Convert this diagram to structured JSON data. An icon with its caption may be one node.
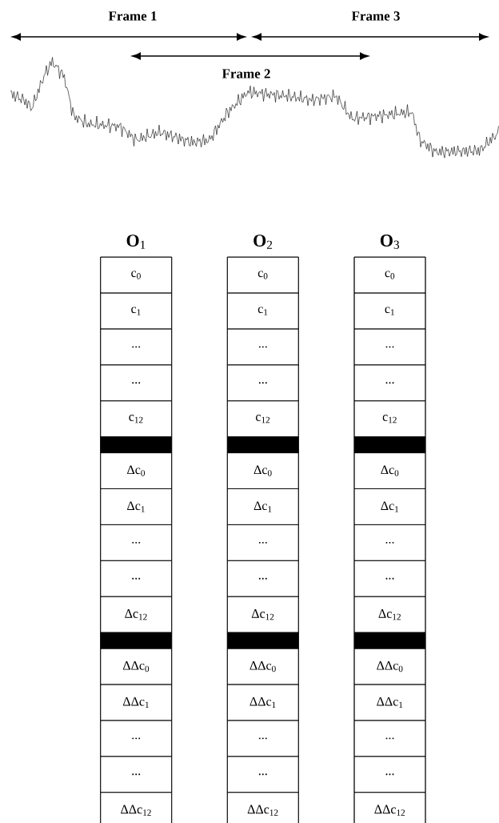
{
  "diagram": {
    "nodes": [
      {
        "text": [
          "**O**$_{1}$"
        ]
      },
      {
        "text": [
          "c$_{0}$"
        ],
        "in": 0
      },
      {
        "text": [
          "c$_{1}$"
        ],
        "in": 0
      },
      {
        "text": [
          "..."
        ],
        "in": 0
      },
      {
        "text": [
          "..."
        ],
        "in": 0
      },
      {
        "text": [
          "c$_{12}$"
        ],
        "in": 0
      },
      {
        "text": [],
        "shape": "bar",
        "in": 0
      },
      {
        "text": [
          "Δc$_{0}$"
        ],
        "in": 0
      },
      {
        "text": [
          "Δc$_{1}$"
        ],
        "in": 0
      },
      {
        "text": [
          "..."
        ],
        "in": 0
      },
      {
        "text": [
          "..."
        ],
        "in": 0
      },
      {
        "text": [
          "Δc$_{12}$"
        ],
        "in": 0
      },
      {
        "text": [],
        "shape": "bar",
        "in": 0
      },
      {
        "text": [
          "ΔΔc$_{0}$"
        ],
        "in": 0
      },
      {
        "text": [
          "ΔΔc$_{1}$"
        ],
        "in": 0
      },
      {
        "text": [
          "..."
        ],
        "in": 0
      },
      {
        "text": [
          "..."
        ],
        "in": 0
      },
      {
        "text": [
          "ΔΔc$_{12}$"
        ],
        "in": 0
      },
      {
        "text": [
          "**O**$_{2}$"
        ]
      },
      {
        "text": [
          "c$_{0}$"
        ],
        "in": 18
      },
      {
        "text": [
          "c$_{1}$"
        ],
        "in": 18
      },
      {
        "text": [
          "..."
        ],
        "in": 18
      },
      {
        "text": [
          "..."
        ],
        "in": 18
      },
      {
        "text": [
          "c$_{12}$"
        ],
        "in": 18
      },
      {
        "text": [],
        "shape": "bar",
        "in": 18
      },
      {
        "text": [
          "Δc$_{0}$"
        ],
        "in": 18
      },
      {
        "text": [
          "Δc$_{1}$"
        ],
        "in": 18
      },
      {
        "text": [
          "..."
        ],
        "in": 18
      },
      {
        "text": [
          "..."
        ],
        "in": 18
      },
      {
        "text": [
          "Δc$_{12}$"
        ],
        "in": 18
      },
      {
        "text": [],
        "shape": "bar",
        "in": 18
      },
      {
        "text": [
          "ΔΔc$_{0}$"
        ],
        "in": 18
      },
      {
        "text": [
          "ΔΔc$_{1}$"
        ],
        "in": 18
      },
      {
        "text": [
          "..."
        ],
        "in": 18
      },
      {
        "text": [
          "..."
        ],
        "in": 18
      },
      {
        "text": [
          "ΔΔc$_{12}$"
        ],
        "in": 18
      },
      {
        "text": [
          "**O**$_{3}$"
        ]
      },
      {
        "text": [
          "c$_{0}$"
        ],
        "in": 36
      },
      {
        "text": [
          "c$_{1}$"
        ],
        "in": 36
      },
      {
        "text": [
          "..."
        ],
        "in": 36
      },
      {
        "text": [
          "..."
        ],
        "in": 36
      },
      {
        "text": [
          "c$_{12}$"
        ],
        "in": 36
      },
      {
        "text": [],
        "shape": "bar",
        "in": 36
      },
      {
        "text": [
          "Δc$_{0}$"
        ],
        "in": 36
      },
      {
        "text": [
          "Δc$_{1}$"
        ],
        "in": 36
      },
      {
        "text": [
          "..."
        ],
        "in": 36
      },
      {
        "text": [
          "..."
        ],
        "in": 36
      },
      {
        "text": [
          "Δc$_{12}$"
        ],
        "in": 36
      },
      {
        "text": [],
        "shape": "bar",
        "in": 36
      },
      {
        "text": [
          "ΔΔc$_{0}$"
        ],
        "in": 36
      },
      {
        "text": [
          "ΔΔc$_{1}$"
        ],
        "in": 36
      },
      {
        "text": [
          "..."
        ],
        "in": 36
      },
      {
        "text": [
          "..."
        ],
        "in": 36
      },
      {
        "text": [
          "ΔΔc$_{12}$"
        ],
        "in": 36
      }
    ],
    "labels": [
      "Frame 1",
      "Frame 3",
      "Frame 2"
    ]
  }
}
